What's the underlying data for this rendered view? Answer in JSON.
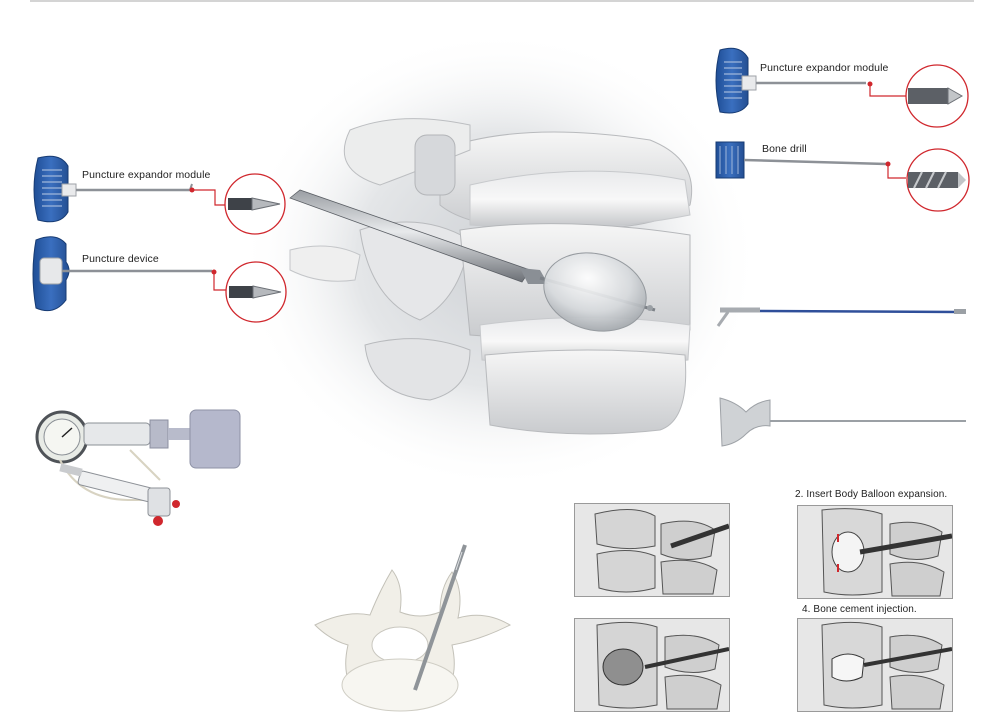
{
  "labels": {
    "expandor_left": "Puncture expandor module",
    "puncture_device": "Puncture device",
    "expandor_right": "Puncture expandor module",
    "bone_drill": "Bone drill"
  },
  "steps": {
    "step2": "2. Insert Body Balloon expansion.",
    "step4": "4. Bone cement injection."
  },
  "colors": {
    "instrument_blue": "#2f5fa8",
    "callout_red": "#d0272d",
    "rule_gray": "#d4d4d4"
  },
  "icons": {
    "magnifier": "callout-circle",
    "marker": "red-dot"
  }
}
